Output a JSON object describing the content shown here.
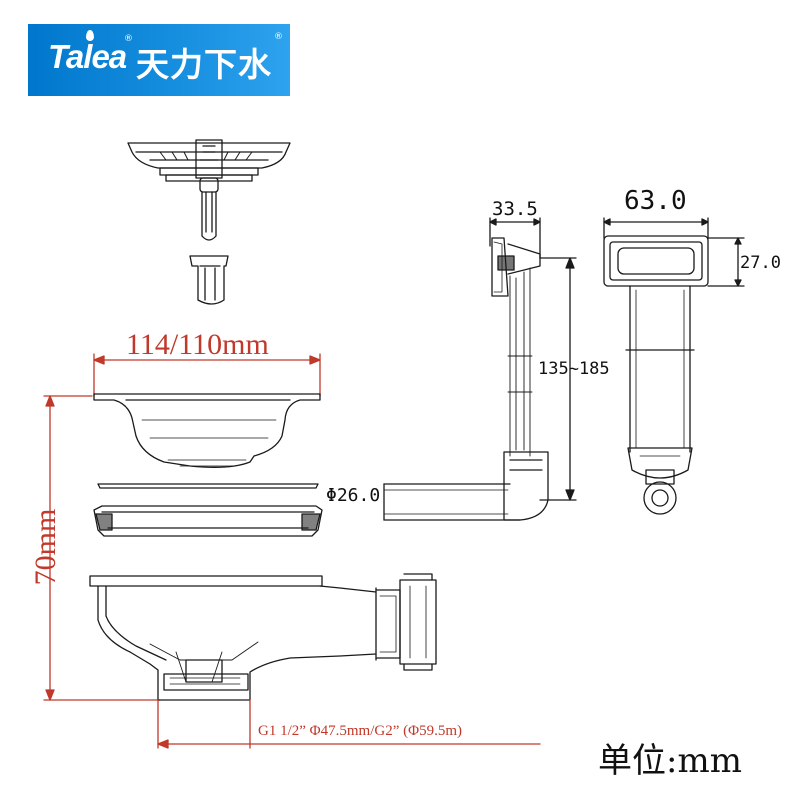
{
  "logo": {
    "brand": "Talea",
    "name_cn": "天力下水",
    "registered": "®"
  },
  "dimensions": {
    "strainer_diameter": "114/110mm",
    "height": "70mm",
    "thread": "G1 1/2” Φ47.5mm/G2” (Φ59.5m)",
    "overflow_offset": "33.5",
    "overflow_length": "135~185",
    "pipe_diameter": "Φ26.0",
    "overflow_width": "63.0",
    "overflow_height": "27.0"
  },
  "unit_label": "单位:mm",
  "colors": {
    "logo_blue": "#1890e0",
    "dimension_red": "#c0392b",
    "line": "#1a1a1a"
  }
}
